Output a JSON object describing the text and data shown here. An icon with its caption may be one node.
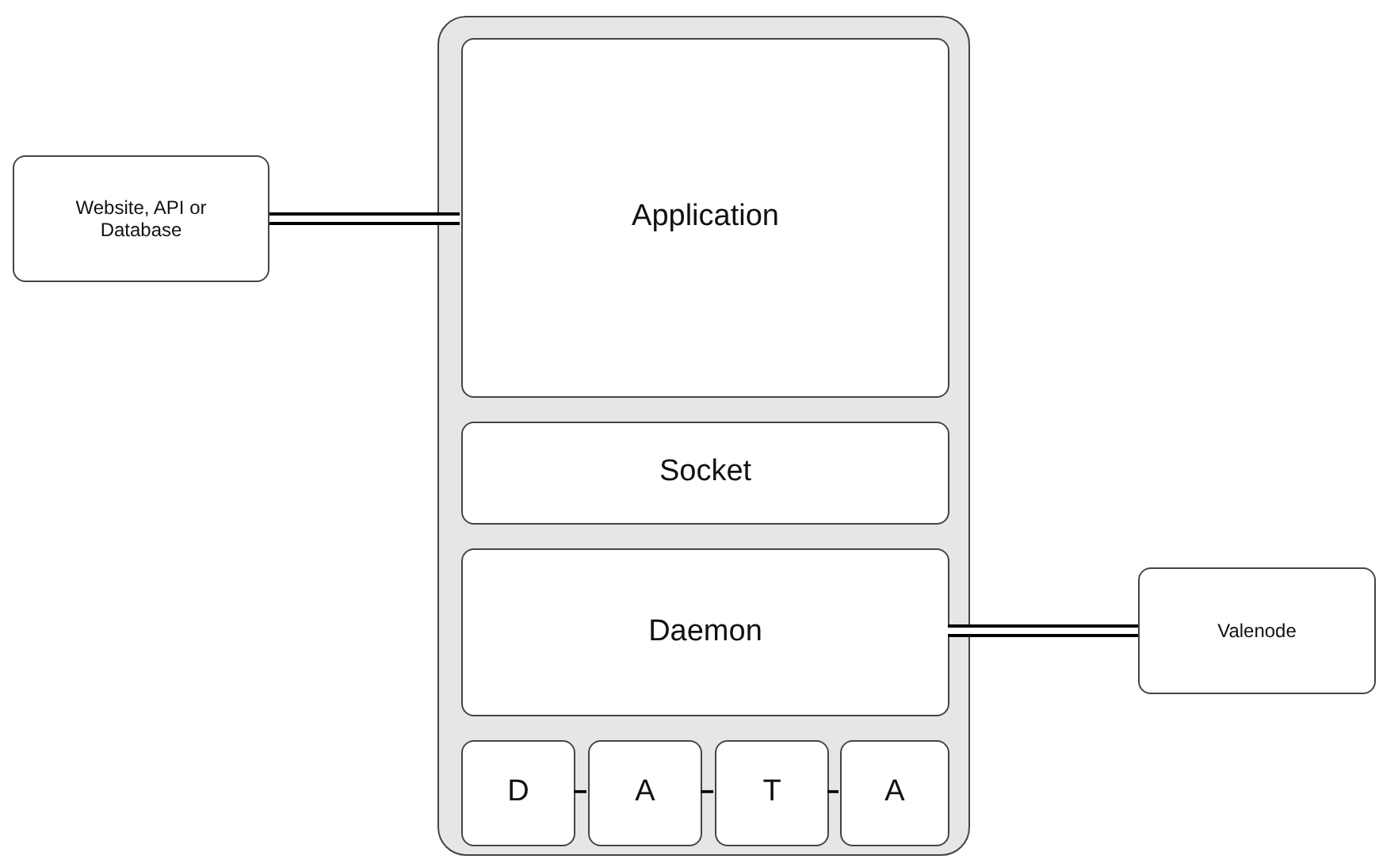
{
  "diagram": {
    "nodes": [
      {
        "text": [
          "Website, API or Database"
        ]
      },
      {
        "text": [],
        "shape": "box"
      },
      {
        "text": [
          "Application"
        ],
        "in": 1
      },
      {
        "text": [
          "Socket"
        ],
        "in": 1
      },
      {
        "text": [
          "Daemon"
        ],
        "in": 1
      },
      {
        "text": [
          "D"
        ],
        "in": 1
      },
      {
        "text": [
          "A"
        ],
        "in": 1
      },
      {
        "text": [
          "T"
        ],
        "in": 1
      },
      {
        "text": [
          "A"
        ],
        "in": 1
      },
      {
        "text": [
          "Valenode"
        ]
      }
    ],
    "edges": [
      {
        "from": 0,
        "to": 2,
        "arrow": "none",
        "style": "thick"
      },
      {
        "from": 4,
        "to": 9,
        "arrow": "none",
        "style": "thick"
      },
      {
        "from": 5,
        "to": 6,
        "arrow": "none"
      },
      {
        "from": 6,
        "to": 7,
        "arrow": "none"
      },
      {
        "from": 7,
        "to": 8,
        "arrow": "none"
      }
    ]
  }
}
